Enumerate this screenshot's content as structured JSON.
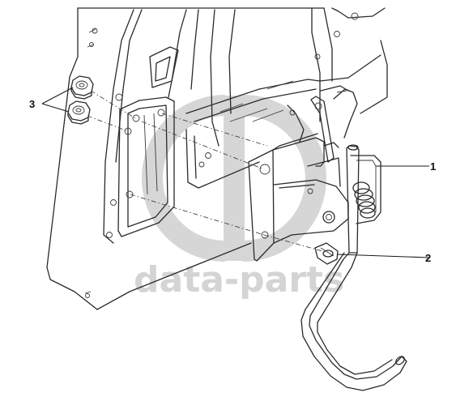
{
  "callouts": {
    "c1": "1",
    "c2": "2",
    "c3": "3"
  },
  "watermark": {
    "text": "data-parts",
    "color": "#d4d4d4"
  },
  "colors": {
    "line": "#2a2a2a",
    "background": "#ffffff"
  }
}
